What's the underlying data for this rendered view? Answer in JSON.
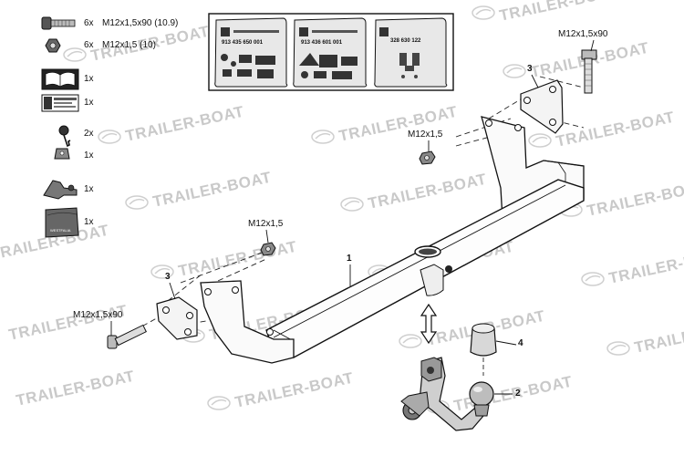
{
  "watermark": {
    "text": "TRAILER-BOAT"
  },
  "parts_list": [
    {
      "qty": "6x",
      "spec": "M12x1,5x90 (10.9)",
      "icon": "bolt-icon"
    },
    {
      "qty": "6x",
      "spec": "M12x1,5 (10)",
      "icon": "nut-icon"
    },
    {
      "qty": "1x",
      "spec": "",
      "icon": "manual-book-icon"
    },
    {
      "qty": "1x",
      "spec": "",
      "icon": "label-sticker-icon"
    },
    {
      "qty": "2x",
      "spec": "",
      "icon": "key-icon"
    },
    {
      "qty": "1x",
      "spec": "",
      "icon": "key-cap-icon"
    },
    {
      "qty": "1x",
      "spec": "",
      "icon": "clamp-icon"
    },
    {
      "qty": "1x",
      "spec": "",
      "icon": "bag-icon"
    }
  ],
  "bag_label": "WESTFALIA",
  "documents": [
    {
      "code": "913 435 650 001"
    },
    {
      "code": "913 436 601 001"
    },
    {
      "code": "328 630 122"
    }
  ],
  "labels": {
    "bolt_right": "M12x1,5x90",
    "nut_center": "M12x1,5",
    "nut_left": "M12x1,5",
    "bolt_left": "M12x1,5x90"
  },
  "callouts": {
    "main_bar": "1",
    "ball": "2",
    "bracket_right": "3",
    "bracket_left": "3",
    "cap": "4"
  }
}
